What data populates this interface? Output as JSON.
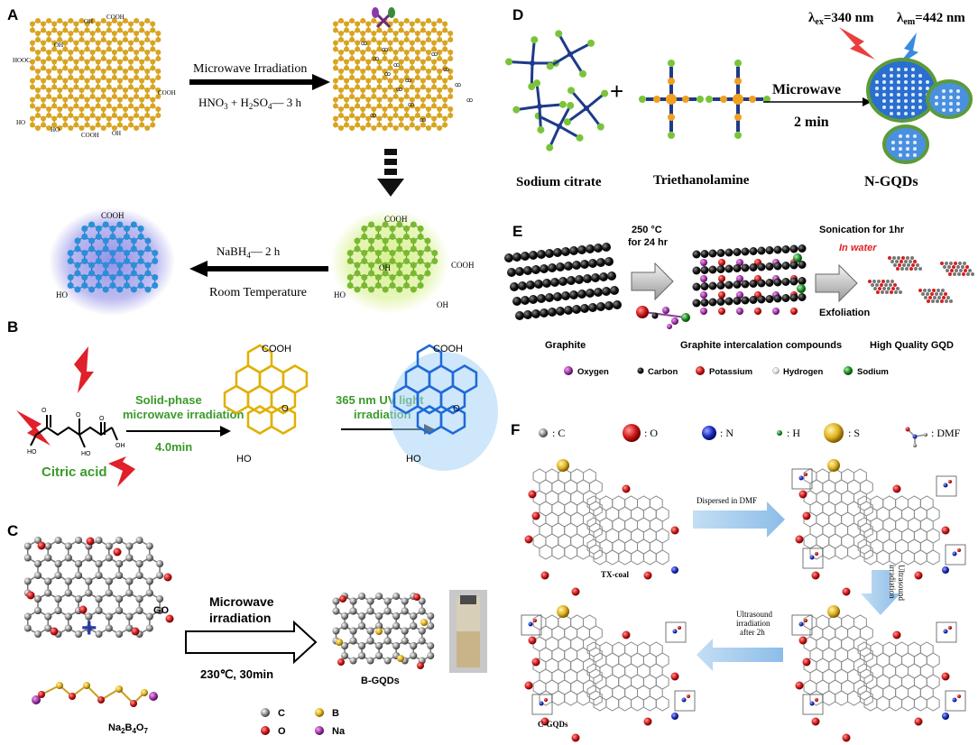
{
  "panels": {
    "A": {
      "label": "A",
      "step1_line1": "Microwave Irradiation",
      "step1_line2": "HNO",
      "step1_sub1": "3",
      "step1_plus": " + H",
      "step1_sub2": "2",
      "step1_so": "SO",
      "step1_sub3": "4",
      "step1_tail": "— 3 h",
      "step2_line1": "NaBH",
      "step2_sub": "4",
      "step2_tail": "— 2 h",
      "step2_line2": "Room Temperature",
      "groups": [
        "OH",
        "COOH",
        "HOOC",
        "OH",
        "HO",
        "COOH",
        "HO",
        "COOH",
        "OH"
      ],
      "prod1_groups": [
        "COOH",
        "OH",
        "COOH",
        "HO",
        "OH"
      ],
      "prod2_groups": [
        "COOH",
        "HO"
      ]
    },
    "B": {
      "label": "B",
      "reactant": "Citric acid",
      "step1_line1": "Solid-phase",
      "step1_line2": "microwave irradiation",
      "step1_time": "4.0min",
      "step2_line1": "365 nm UV light",
      "step2_line2": "irradiation",
      "cooh": "COOH",
      "ho": "HO",
      "o": "O"
    },
    "C": {
      "label": "C",
      "step_line1": "Microwave",
      "step_line2": "irradiation",
      "conditions": "230℃, 30min",
      "go": "GO",
      "borax": "Na",
      "borax_sub1": "2",
      "borax_b": "B",
      "borax_sub2": "4",
      "borax_o": "O",
      "borax_sub3": "7",
      "product": "B-GQDs",
      "legend": [
        {
          "symbol": "C",
          "color": "#9a9a9a"
        },
        {
          "symbol": "B",
          "color": "#e8d84a"
        },
        {
          "symbol": "O",
          "color": "#d42020"
        },
        {
          "symbol": "Na",
          "color": "#7a2a8a"
        }
      ]
    },
    "D": {
      "label": "D",
      "ex": "λ",
      "ex_sub": "ex",
      "ex_val": "=340 nm",
      "em": "λ",
      "em_sub": "em",
      "em_val": "=442 nm",
      "step_line1": "Microwave",
      "step_line2": "2 min",
      "reactant1": "Sodium citrate",
      "reactant2": "Triethanolamine",
      "product": "N-GQDs"
    },
    "E": {
      "label": "E",
      "step1_line1": "250 °C",
      "step1_line2": "for 24 hr",
      "step2_line1": "Sonication for 1hr",
      "step2_line2": "In water",
      "exfoliation": "Exfoliation",
      "graphite": "Graphite",
      "gic": "Graphite intercalation compounds",
      "gqd": "High Quality GQD",
      "legend": [
        {
          "name": "Oxygen",
          "color": "#a23aa8"
        },
        {
          "name": "Carbon",
          "color": "#111111"
        },
        {
          "name": "Potassium",
          "color": "#c81e1e"
        },
        {
          "name": "Hydrogen",
          "color": "#e6e6e6"
        },
        {
          "name": "Sodium",
          "color": "#2ab04a"
        }
      ]
    },
    "F": {
      "label": "F",
      "legend": [
        {
          "name": ": C",
          "color": "#b0b0b0"
        },
        {
          "name": ": O",
          "color": "#e01010"
        },
        {
          "name": ": N",
          "color": "#2030c0"
        },
        {
          "name": ": H",
          "color": "#1e8a2a"
        },
        {
          "name": ": S",
          "color": "#e0b020"
        },
        {
          "name": ": DMF",
          "color": ""
        }
      ],
      "step1": "Dispersed in DMF",
      "step2_line1": "Ultrasound",
      "step2_line2": "irradiation",
      "step3_line1": "Ultrasound",
      "step3_line2": "irradiation",
      "step3_line3": "after 2h",
      "coal": "TX-coal",
      "product": "C-GQDs"
    }
  },
  "colors": {
    "graphene_yellow": "#d9a520",
    "graphene_green": "#8ec63f",
    "graphene_blue": "#2a8fd8",
    "glow_blue": "#6c6ad0",
    "bolt_red": "#e0202a",
    "green_text": "#3a9a2a",
    "arrow_blue": "#9cc8ec"
  }
}
